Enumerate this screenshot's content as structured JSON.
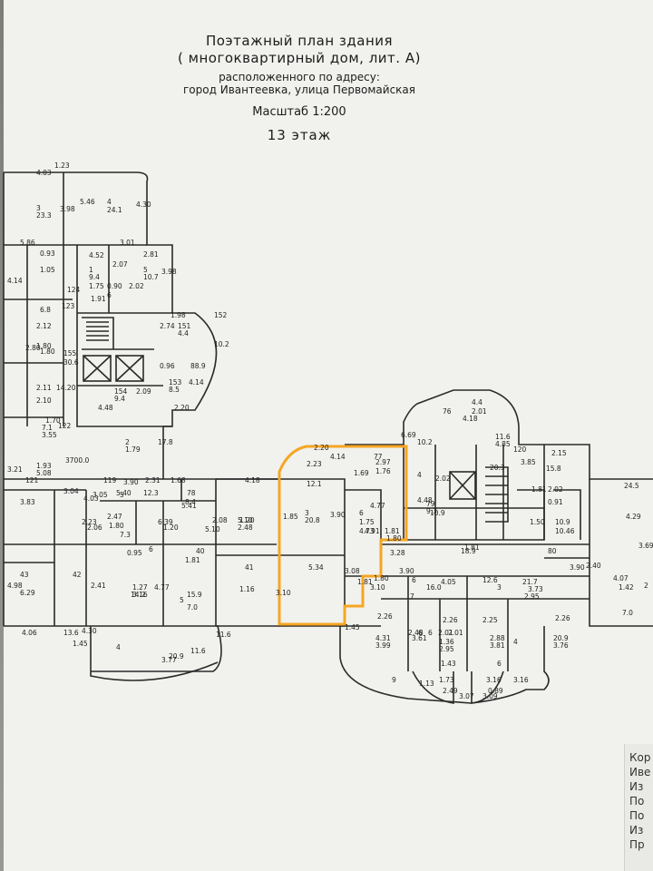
{
  "header": {
    "line1": "Поэтажный план здания",
    "line2": "( многоквартирный дом, лит. А)",
    "line3": "расположенного по адресу:",
    "line4": "город Ивантеевка, улица Первомайская",
    "scale": "Масштаб 1:200",
    "floor": "13 этаж"
  },
  "labels": [
    "4.03",
    "1.23",
    "3",
    "23.3",
    "3.98",
    "5.46",
    "4",
    "24.1",
    "4.30",
    "5.86",
    "3.01",
    "2.81",
    "0.93",
    "4.52",
    "1",
    "9.4",
    "2.07",
    "5",
    "10.7",
    "3.98",
    "1.05",
    "4.14",
    "1.75",
    "0.90",
    "6",
    "2.02",
    "124",
    "1.91",
    "123",
    "6.8",
    "2.12",
    "1.80",
    "2.80",
    "1.98",
    "151",
    "4.4",
    "2.74",
    "152",
    "10.2",
    "155",
    "30.6",
    "1.80",
    "0.96",
    "88.9",
    "2.11",
    "2.10",
    "14.20",
    "154",
    "9.4",
    "2.09",
    "153",
    "8.5",
    "4.14",
    "4.48",
    "2.20",
    "1.70",
    "122",
    "7.1",
    "3.55",
    "17.8",
    "2",
    "1.79",
    "1.93",
    "5.08",
    "3700.0",
    "3.21",
    "121",
    "3.04",
    "119",
    "5.40",
    "3.90",
    "2.31",
    "1.68",
    "4.18",
    "2.20",
    "4.14",
    "77",
    "10.2",
    "6.69",
    "76",
    "4.4",
    "2.01",
    "4.18",
    "11.6",
    "4.85",
    "120",
    "2.15",
    "15.8",
    "3.83",
    "4.03",
    "3.05",
    "5",
    "12.3",
    "78",
    "8.4",
    "2.23",
    "12.1",
    "1.69",
    "2.97",
    "1.76",
    "2.02",
    "3.85",
    "3",
    "20.8",
    "4",
    "20.3",
    "2.08",
    "5.10",
    "2.48",
    "1.85",
    "2.23",
    "6.39",
    "5.41",
    "5.10",
    "1.20",
    "3.90",
    "6",
    "4.48",
    "79",
    "9.3",
    "1.81",
    "2.02",
    "0.91",
    "24.5",
    "4.29",
    "2.47",
    "1.80",
    "2.06",
    "7.3",
    "1.20",
    "1.75",
    "4.73",
    "1.81",
    "10.9",
    "4.77",
    "4.91",
    "1.80",
    "1.50",
    "10.9",
    "10.46",
    "80",
    "18.9",
    "1.81",
    "3.69",
    "0.95",
    "6",
    "1.81",
    "40",
    "41",
    "5.34",
    "3.08",
    "3.28",
    "3.90",
    "3.90",
    "2.40",
    "43",
    "42",
    "2.41",
    "1.27",
    "3.16",
    "4.77",
    "4.98",
    "6.29",
    "14.2",
    "15.9",
    "1.16",
    "3.10",
    "1.81",
    "1.80",
    "3.10",
    "7",
    "6",
    "16.0",
    "4.05",
    "12.6",
    "3",
    "21.7",
    "2.95",
    "3.73",
    "4.07",
    "1.42",
    "2",
    "5",
    "7.0",
    "2.26",
    "2.26",
    "2.25",
    "2.26",
    "7.0",
    "4.06",
    "13.6",
    "4.30",
    "1.45",
    "1.45",
    "4.31",
    "3.99",
    "3.61",
    "1.36",
    "2.95",
    "2.88",
    "3.81",
    "4",
    "20.9",
    "3.76",
    "11.6",
    "4",
    "11.6",
    "3.77",
    "20.9",
    "1.43",
    "6",
    "9",
    "1.13",
    "1.73",
    "3.16",
    "3.16",
    "2.49",
    "0.89",
    "3.07",
    "3.09",
    "2.48",
    "6",
    "6",
    "2.01",
    "2.01"
  ],
  "side_text": [
    "Кор",
    "Иве",
    "Из",
    "По",
    "По",
    "Из",
    "Пр"
  ]
}
